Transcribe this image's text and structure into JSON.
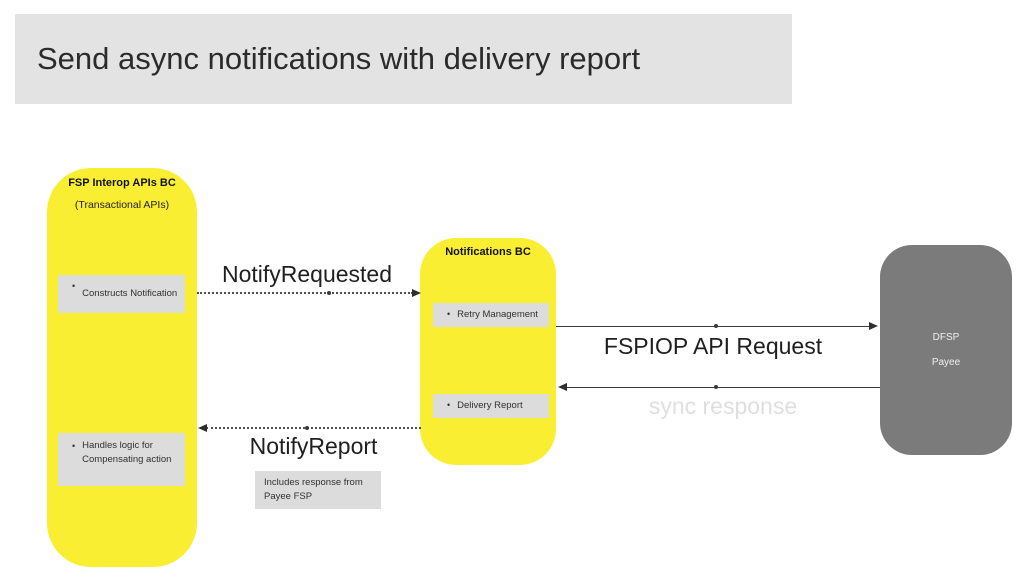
{
  "title": "Send async notifications with delivery report",
  "bullet_char": "•",
  "nodes": {
    "fsp_interop": {
      "title": "FSP Interop APIs BC",
      "subtitle": "(Transactional APIs)",
      "items": [
        {
          "label": "Constructs Notification"
        },
        {
          "label": "Handles logic for Compensating action"
        }
      ]
    },
    "notifications": {
      "title": "Notifications BC",
      "items": [
        {
          "label": "Retry Management"
        },
        {
          "label": "Delivery Report"
        }
      ]
    },
    "dfsp_payee": {
      "line1": "DFSP",
      "line2": "Payee"
    }
  },
  "edges": [
    {
      "label": "NotifyRequested",
      "style": "dotted",
      "direction": "right",
      "from": "FSP Interop APIs BC",
      "to": "Notifications BC"
    },
    {
      "label": "FSPIOP API Request",
      "style": "solid",
      "direction": "right",
      "from": "Notifications BC",
      "to": "DFSP Payee"
    },
    {
      "label": "sync response",
      "style": "solid",
      "direction": "left",
      "from": "DFSP Payee",
      "to": "Notifications BC"
    },
    {
      "label": "NotifyReport",
      "style": "dotted",
      "direction": "left",
      "from": "Notifications BC",
      "to": "FSP Interop APIs BC"
    }
  ],
  "note": {
    "text": "Includes response from Payee FSP"
  },
  "colors": {
    "node_yellow": "#FAEE33",
    "node_gray": "#7B7B7B",
    "item_gray": "#DCDCDC",
    "title_bar_gray": "#E3E3E3",
    "faint_label": "#DFDFDF",
    "text_dark": "#1F1F1F"
  }
}
